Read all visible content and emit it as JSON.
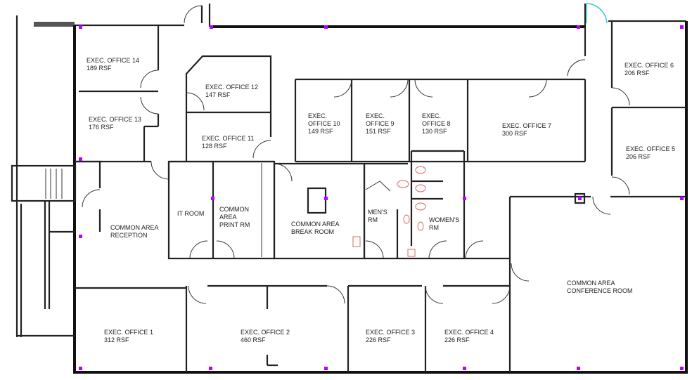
{
  "title": "Office Floor Plan",
  "rooms": [
    {
      "name": "EXEC. OFFICE 14",
      "area": "189 RSF"
    },
    {
      "name": "EXEC. OFFICE 13",
      "area": "176 RSF"
    },
    {
      "name": "EXEC. OFFICE 12",
      "area": "147 RSF"
    },
    {
      "name": "EXEC. OFFICE 11",
      "area": "128 RSF"
    },
    {
      "name": "EXEC.\nOFFICE 10",
      "area": "149 RSF"
    },
    {
      "name": "EXEC.\nOFFICE 9",
      "area": "151 RSF"
    },
    {
      "name": "EXEC.\nOFFICE 8",
      "area": "130 RSF"
    },
    {
      "name": "EXEC. OFFICE 7",
      "area": "300 RSF"
    },
    {
      "name": "EXEC. OFFICE 6",
      "area": "206 RSF"
    },
    {
      "name": "EXEC. OFFICE 5",
      "area": "206 RSF"
    },
    {
      "name": "EXEC. OFFICE 1",
      "area": "312 RSF"
    },
    {
      "name": "EXEC. OFFICE 2",
      "area": "460 RSF"
    },
    {
      "name": "EXEC. OFFICE 3",
      "area": "226 RSF"
    },
    {
      "name": "EXEC. OFFICE 4",
      "area": "226 RSF"
    }
  ],
  "common": {
    "reception": "COMMON AREA\nRECEPTION",
    "it_room": "IT ROOM",
    "print_rm": "COMMON\nAREA\nPRINT RM",
    "break_room": "COMMON AREA\nBREAK ROOM",
    "mens_rm": "MEN'S\nRM",
    "womens_rm": "WOMEN'S\nRM",
    "conference": "COMMON AREA\nCONFERENCE ROOM"
  },
  "colors": {
    "wall": "#222222",
    "column": "#bb00ff",
    "fixture": "#dd6666",
    "entry_door": "#33cccc"
  }
}
